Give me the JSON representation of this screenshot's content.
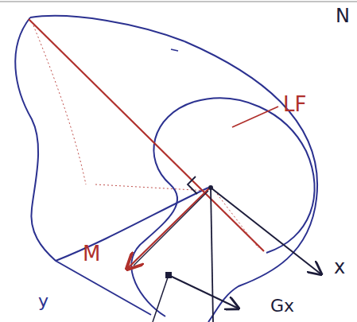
{
  "diagram": {
    "labels": [
      "LF",
      "N",
      "M",
      "y",
      "x",
      "Gx"
    ]
  }
}
